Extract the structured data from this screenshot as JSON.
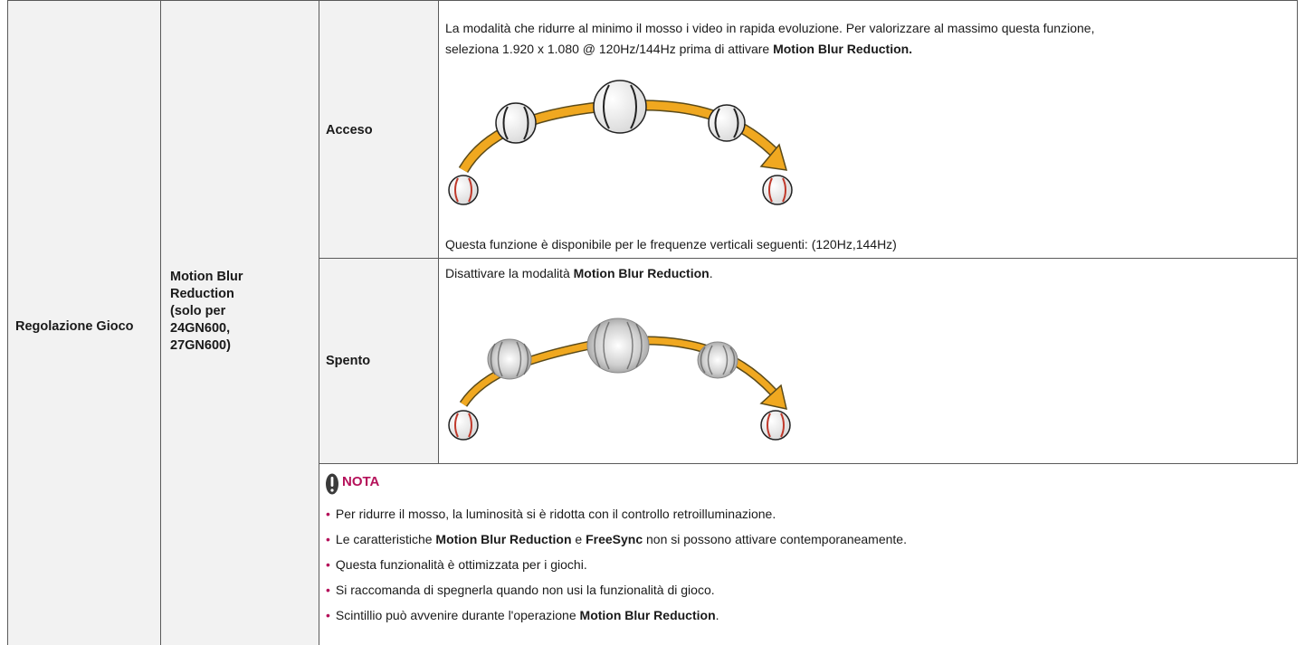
{
  "table": {
    "category": "Regolazione Gioco",
    "feature_lines": [
      "Motion Blur",
      "Reduction",
      "(solo per",
      "24GN600,",
      "27GN600)"
    ],
    "on": {
      "label": "Acceso",
      "desc_line1": "La modalità che ridurre al minimo il mosso i video in rapida evoluzione. Per valorizzare al massimo questa funzione,",
      "desc_line2_prefix": "seleziona 1.920 x 1.080 @ 120Hz/144Hz prima di attivare ",
      "desc_line2_bold": "Motion Blur Reduction.",
      "footer": "Questa funzione è disponibile per le frequenze verticali seguenti: (120Hz,144Hz)"
    },
    "off": {
      "label": "Spento",
      "desc_prefix": "Disattivare la modalità ",
      "desc_bold": "Motion Blur Reduction",
      "desc_suffix": "."
    },
    "note": {
      "title": "NOTA",
      "icon": "exclamation-icon",
      "items": [
        {
          "parts": [
            {
              "t": "Per ridurre il mosso, la luminosità si è ridotta con il controllo retroilluminazione.",
              "b": false
            }
          ]
        },
        {
          "parts": [
            {
              "t": "Le caratteristiche ",
              "b": false
            },
            {
              "t": "Motion Blur Reduction",
              "b": true
            },
            {
              "t": " e ",
              "b": false
            },
            {
              "t": "FreeSync",
              "b": true
            },
            {
              "t": " non si possono attivare contemporaneamente.",
              "b": false
            }
          ]
        },
        {
          "parts": [
            {
              "t": "Questa funzionalità è ottimizzata per i giochi.",
              "b": false
            }
          ]
        },
        {
          "parts": [
            {
              "t": "Si raccomanda di spegnerla quando non usi la funzionalità di gioco.",
              "b": false
            }
          ]
        },
        {
          "parts": [
            {
              "t": "Scintillio può avvenire durante l'operazione ",
              "b": false
            },
            {
              "t": "Motion Blur Reduction",
              "b": true
            },
            {
              "t": ".",
              "b": false
            }
          ]
        }
      ]
    }
  },
  "colors": {
    "accent": "#b5115a",
    "arrow": "#f0a820",
    "border": "#5a5a5a",
    "header_bg": "#f2f2f2"
  }
}
